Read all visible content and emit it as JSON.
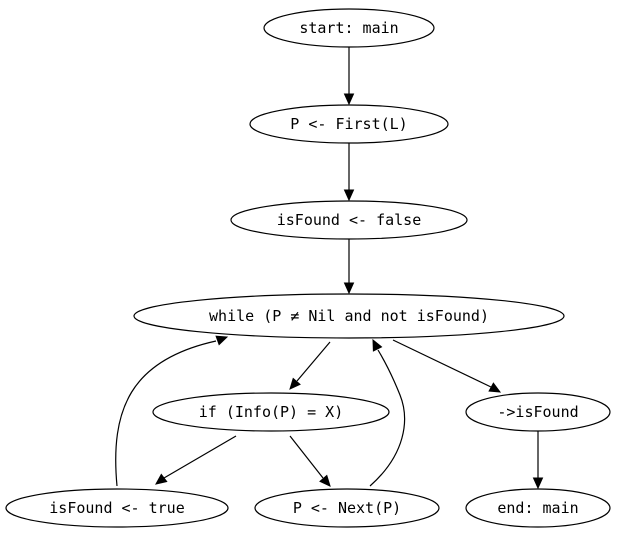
{
  "nodes": {
    "start": {
      "label": "start: main"
    },
    "first": {
      "label": "P <- First(L)"
    },
    "init_found": {
      "label": "isFound <- false"
    },
    "while": {
      "label": "while (P ≠ Nil and not isFound)"
    },
    "if": {
      "label": "if (Info(P) = X)"
    },
    "set_found": {
      "label": "isFound <- true"
    },
    "next": {
      "label": "P <- Next(P)"
    },
    "return": {
      "label": "->isFound"
    },
    "end": {
      "label": "end: main"
    }
  },
  "edges": [
    {
      "from": "start",
      "to": "first"
    },
    {
      "from": "first",
      "to": "init_found"
    },
    {
      "from": "init_found",
      "to": "while"
    },
    {
      "from": "while",
      "to": "if"
    },
    {
      "from": "while",
      "to": "return"
    },
    {
      "from": "if",
      "to": "set_found"
    },
    {
      "from": "if",
      "to": "next"
    },
    {
      "from": "set_found",
      "to": "while"
    },
    {
      "from": "next",
      "to": "while"
    },
    {
      "from": "return",
      "to": "end"
    }
  ],
  "colors": {
    "stroke": "#000000",
    "fill": "#ffffff",
    "text": "#000000"
  }
}
